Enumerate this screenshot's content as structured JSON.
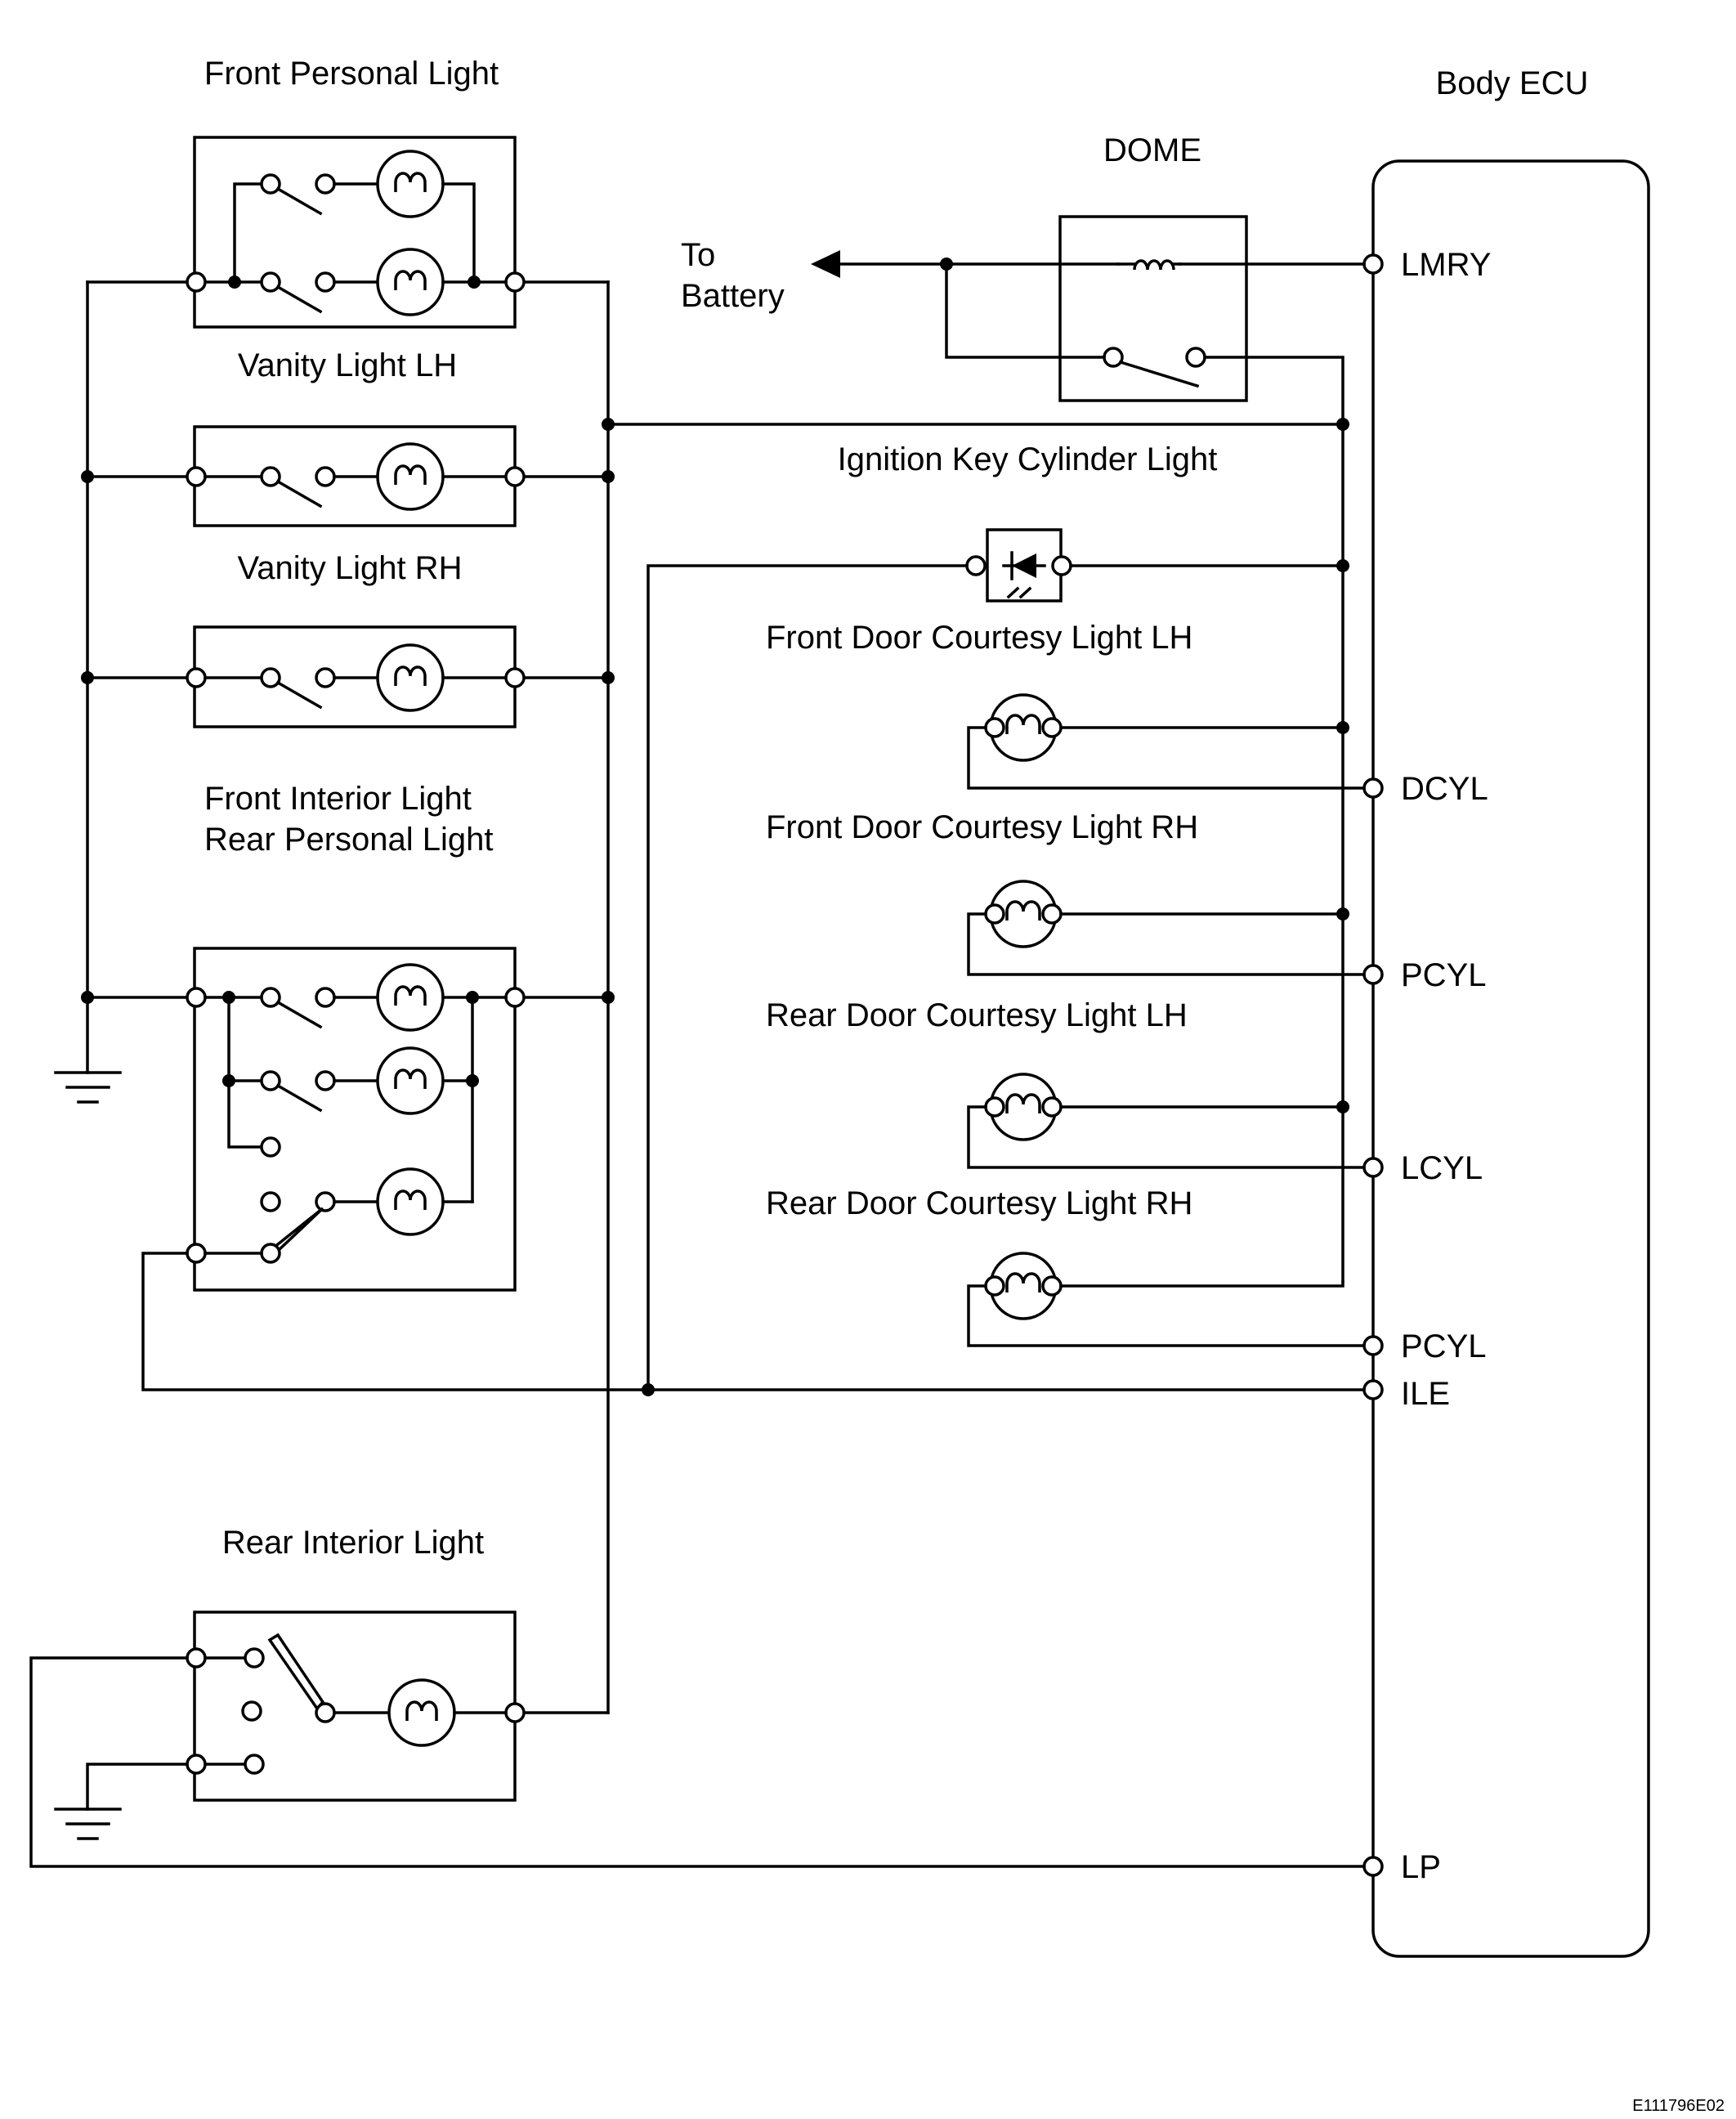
{
  "labels": {
    "front_personal_light": "Front Personal Light",
    "body_ecu": "Body ECU",
    "dome": "DOME",
    "to": "To",
    "battery": "Battery",
    "vanity_light_lh": "Vanity Light LH",
    "ignition_key_cylinder_light": "Ignition Key Cylinder Light",
    "vanity_light_rh": "Vanity Light RH",
    "front_door_courtesy_lh": "Front Door Courtesy Light LH",
    "front_interior_light": "Front Interior Light",
    "rear_personal_light": "Rear Personal Light",
    "front_door_courtesy_rh": "Front Door Courtesy Light RH",
    "rear_door_courtesy_lh": "Rear Door Courtesy Light LH",
    "rear_door_courtesy_rh": "Rear Door Courtesy Light RH",
    "rear_interior_light": "Rear Interior Light"
  },
  "ecu_pins": {
    "lmry": "LMRY",
    "dcyl": "DCYL",
    "pcyl_front": "PCYL",
    "lcyl": "LCYL",
    "pcyl_rear": "PCYL",
    "ile": "ILE",
    "lp": "LP"
  },
  "figure_code": "E111796E02"
}
